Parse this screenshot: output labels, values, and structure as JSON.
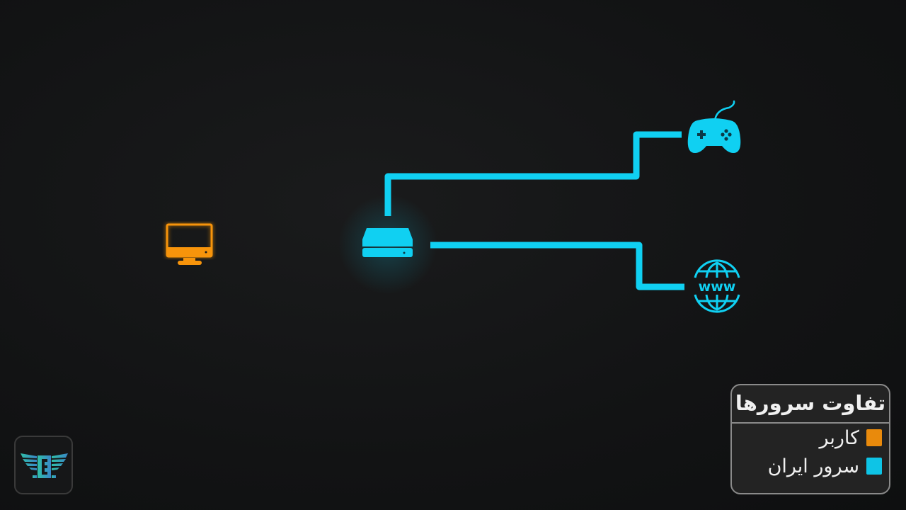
{
  "legend": {
    "title": "تفاوت سرورها",
    "items": [
      {
        "label": "کاربر",
        "color": "#e98a0c"
      },
      {
        "label": "سرور ایران",
        "color": "#0ec4e6"
      }
    ]
  },
  "nodes": {
    "user": {
      "icon": "monitor-icon",
      "color": "#f7940b"
    },
    "router": {
      "icon": "router-icon",
      "color": "#10d0f2"
    },
    "game": {
      "icon": "gamepad-icon",
      "color": "#10d0f2"
    },
    "web": {
      "icon": "globe-www-icon",
      "label": "www",
      "color": "#10d0f2"
    }
  },
  "logo": {
    "letter": "E"
  }
}
